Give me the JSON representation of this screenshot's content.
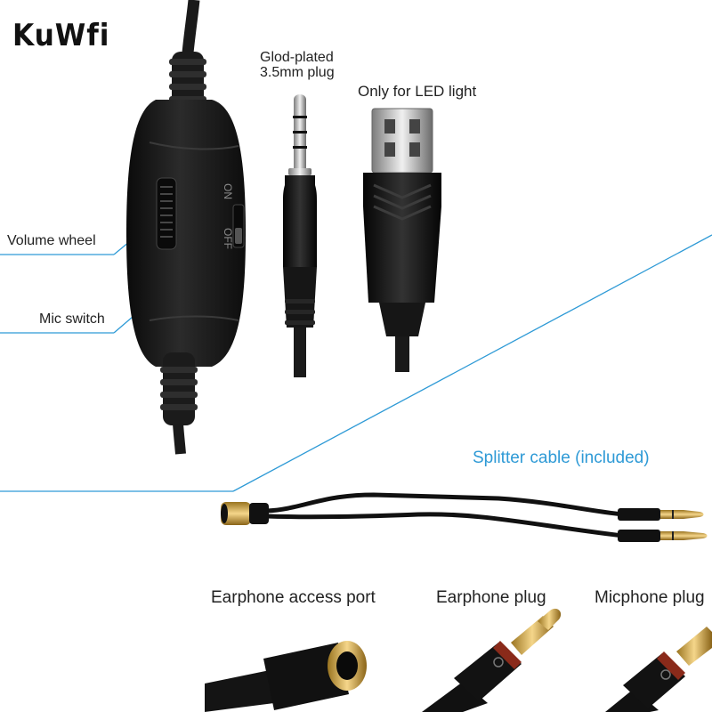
{
  "brand": {
    "logo_text": "KuWfi"
  },
  "headset_controller": {
    "volume_label": "Volume wheel",
    "mic_label": "Mic switch",
    "switch_on": "ON",
    "switch_off": "OFF"
  },
  "plugs": {
    "aux_label_line1": "Glod-plated",
    "aux_label_line2": "3.5mm plug",
    "usb_label": "Only for LED light"
  },
  "splitter": {
    "title": "Splitter cable (included)"
  },
  "closeups": {
    "port_label": "Earphone access port",
    "earphone_plug_label": "Earphone plug",
    "mic_plug_label": "Micphone plug"
  },
  "colors": {
    "accent_line": "#2e9ad6",
    "cable_black": "#111111",
    "gold_plating": "#d4a54a"
  }
}
